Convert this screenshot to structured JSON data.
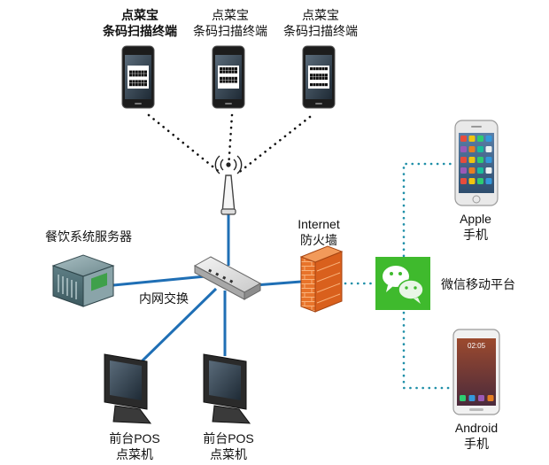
{
  "terminals": [
    {
      "line1": "点菜宝",
      "line2": "条码扫描终端"
    },
    {
      "line1": "点菜宝",
      "line2": "条码扫描终端"
    },
    {
      "line1": "点菜宝",
      "line2": "条码扫描终端"
    }
  ],
  "server": {
    "label": "餐饮系统服务器"
  },
  "switch": {
    "label": "内网交换"
  },
  "firewall": {
    "line1": "Internet",
    "line2": "防火墙"
  },
  "wechat": {
    "label": "微信移动平台"
  },
  "apple": {
    "line1": "Apple",
    "line2": "手机"
  },
  "android": {
    "line1": "Android",
    "line2": "手机",
    "clock": "02:05"
  },
  "pos": [
    {
      "line1": "前台POS",
      "line2": "点菜机"
    },
    {
      "line1": "前台POS",
      "line2": "点菜机"
    }
  ],
  "colors": {
    "wired_link": "#1f6fb5",
    "wireless_link": "#111111",
    "internet_link": "#1f8fa8",
    "wechat_green": "#3fba2d",
    "firewall_orange": "#e8732a"
  }
}
